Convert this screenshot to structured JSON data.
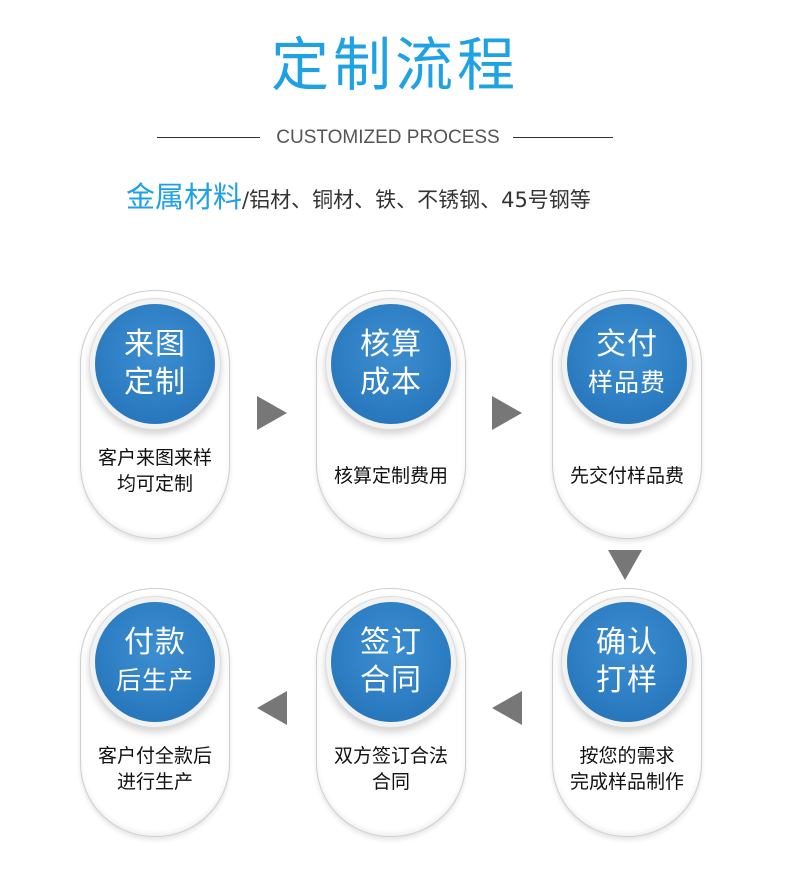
{
  "header": {
    "title": "定制流程",
    "subtitle": "CUSTOMIZED PROCESS",
    "material_label": "金属材料",
    "material_detail": "/铝材、铜材、铁、不锈钢、45号钢等"
  },
  "steps": [
    {
      "line1": "来图",
      "line2": "定制",
      "desc1": "客户来图来样",
      "desc2": "均可定制"
    },
    {
      "line1": "核算",
      "line2": "成本",
      "desc1": "核算定制费用",
      "desc2": ""
    },
    {
      "line1": "交付",
      "line2": "样品费",
      "desc1": "先交付样品费",
      "desc2": ""
    },
    {
      "line1": "确认",
      "line2": "打样",
      "desc1": "按您的需求",
      "desc2": "完成样品制作"
    },
    {
      "line1": "签订",
      "line2": "合同",
      "desc1": "双方签订合法",
      "desc2": "合同"
    },
    {
      "line1": "付款",
      "line2": "后生产",
      "desc1": "客户付全款后",
      "desc2": "进行生产"
    }
  ],
  "colors": {
    "accent": "#1ea2e3",
    "circle": "#2c7cc2",
    "arrow": "#777777"
  }
}
